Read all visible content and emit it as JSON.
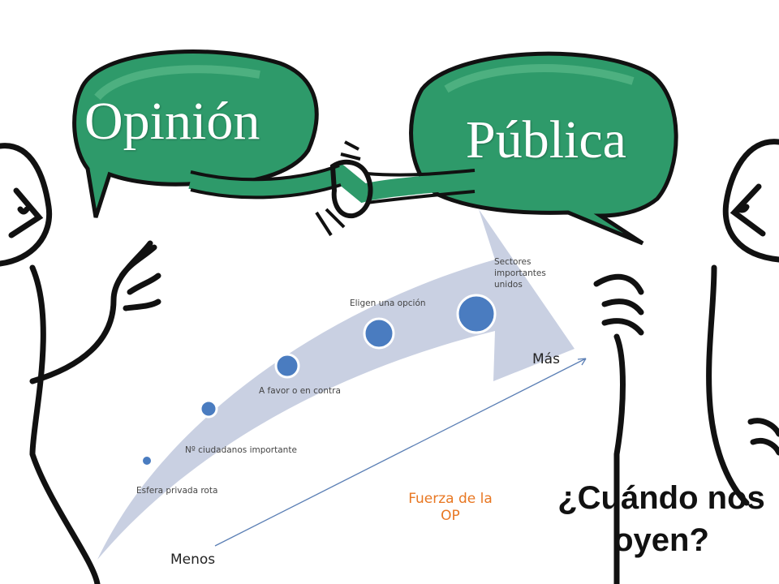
{
  "title": {
    "word1": "Opinión",
    "word2": "Pública"
  },
  "steps": [
    {
      "label": "Esfera privada rota"
    },
    {
      "label": "Nº ciudadanos importante"
    },
    {
      "label": "A favor o en contra"
    },
    {
      "label": "Eligen una opción"
    },
    {
      "label": "Sectores importantes unidos"
    }
  ],
  "scale": {
    "high": "Más",
    "low": "Menos",
    "axis_label": "Fuerza de la OP"
  },
  "question": "¿Cuándo nos oyen?",
  "colors": {
    "bubble": "#2e9a6a",
    "arrow": "#c9d0e2",
    "dot": "#4a7cc0",
    "axis_label": "#E87722"
  }
}
